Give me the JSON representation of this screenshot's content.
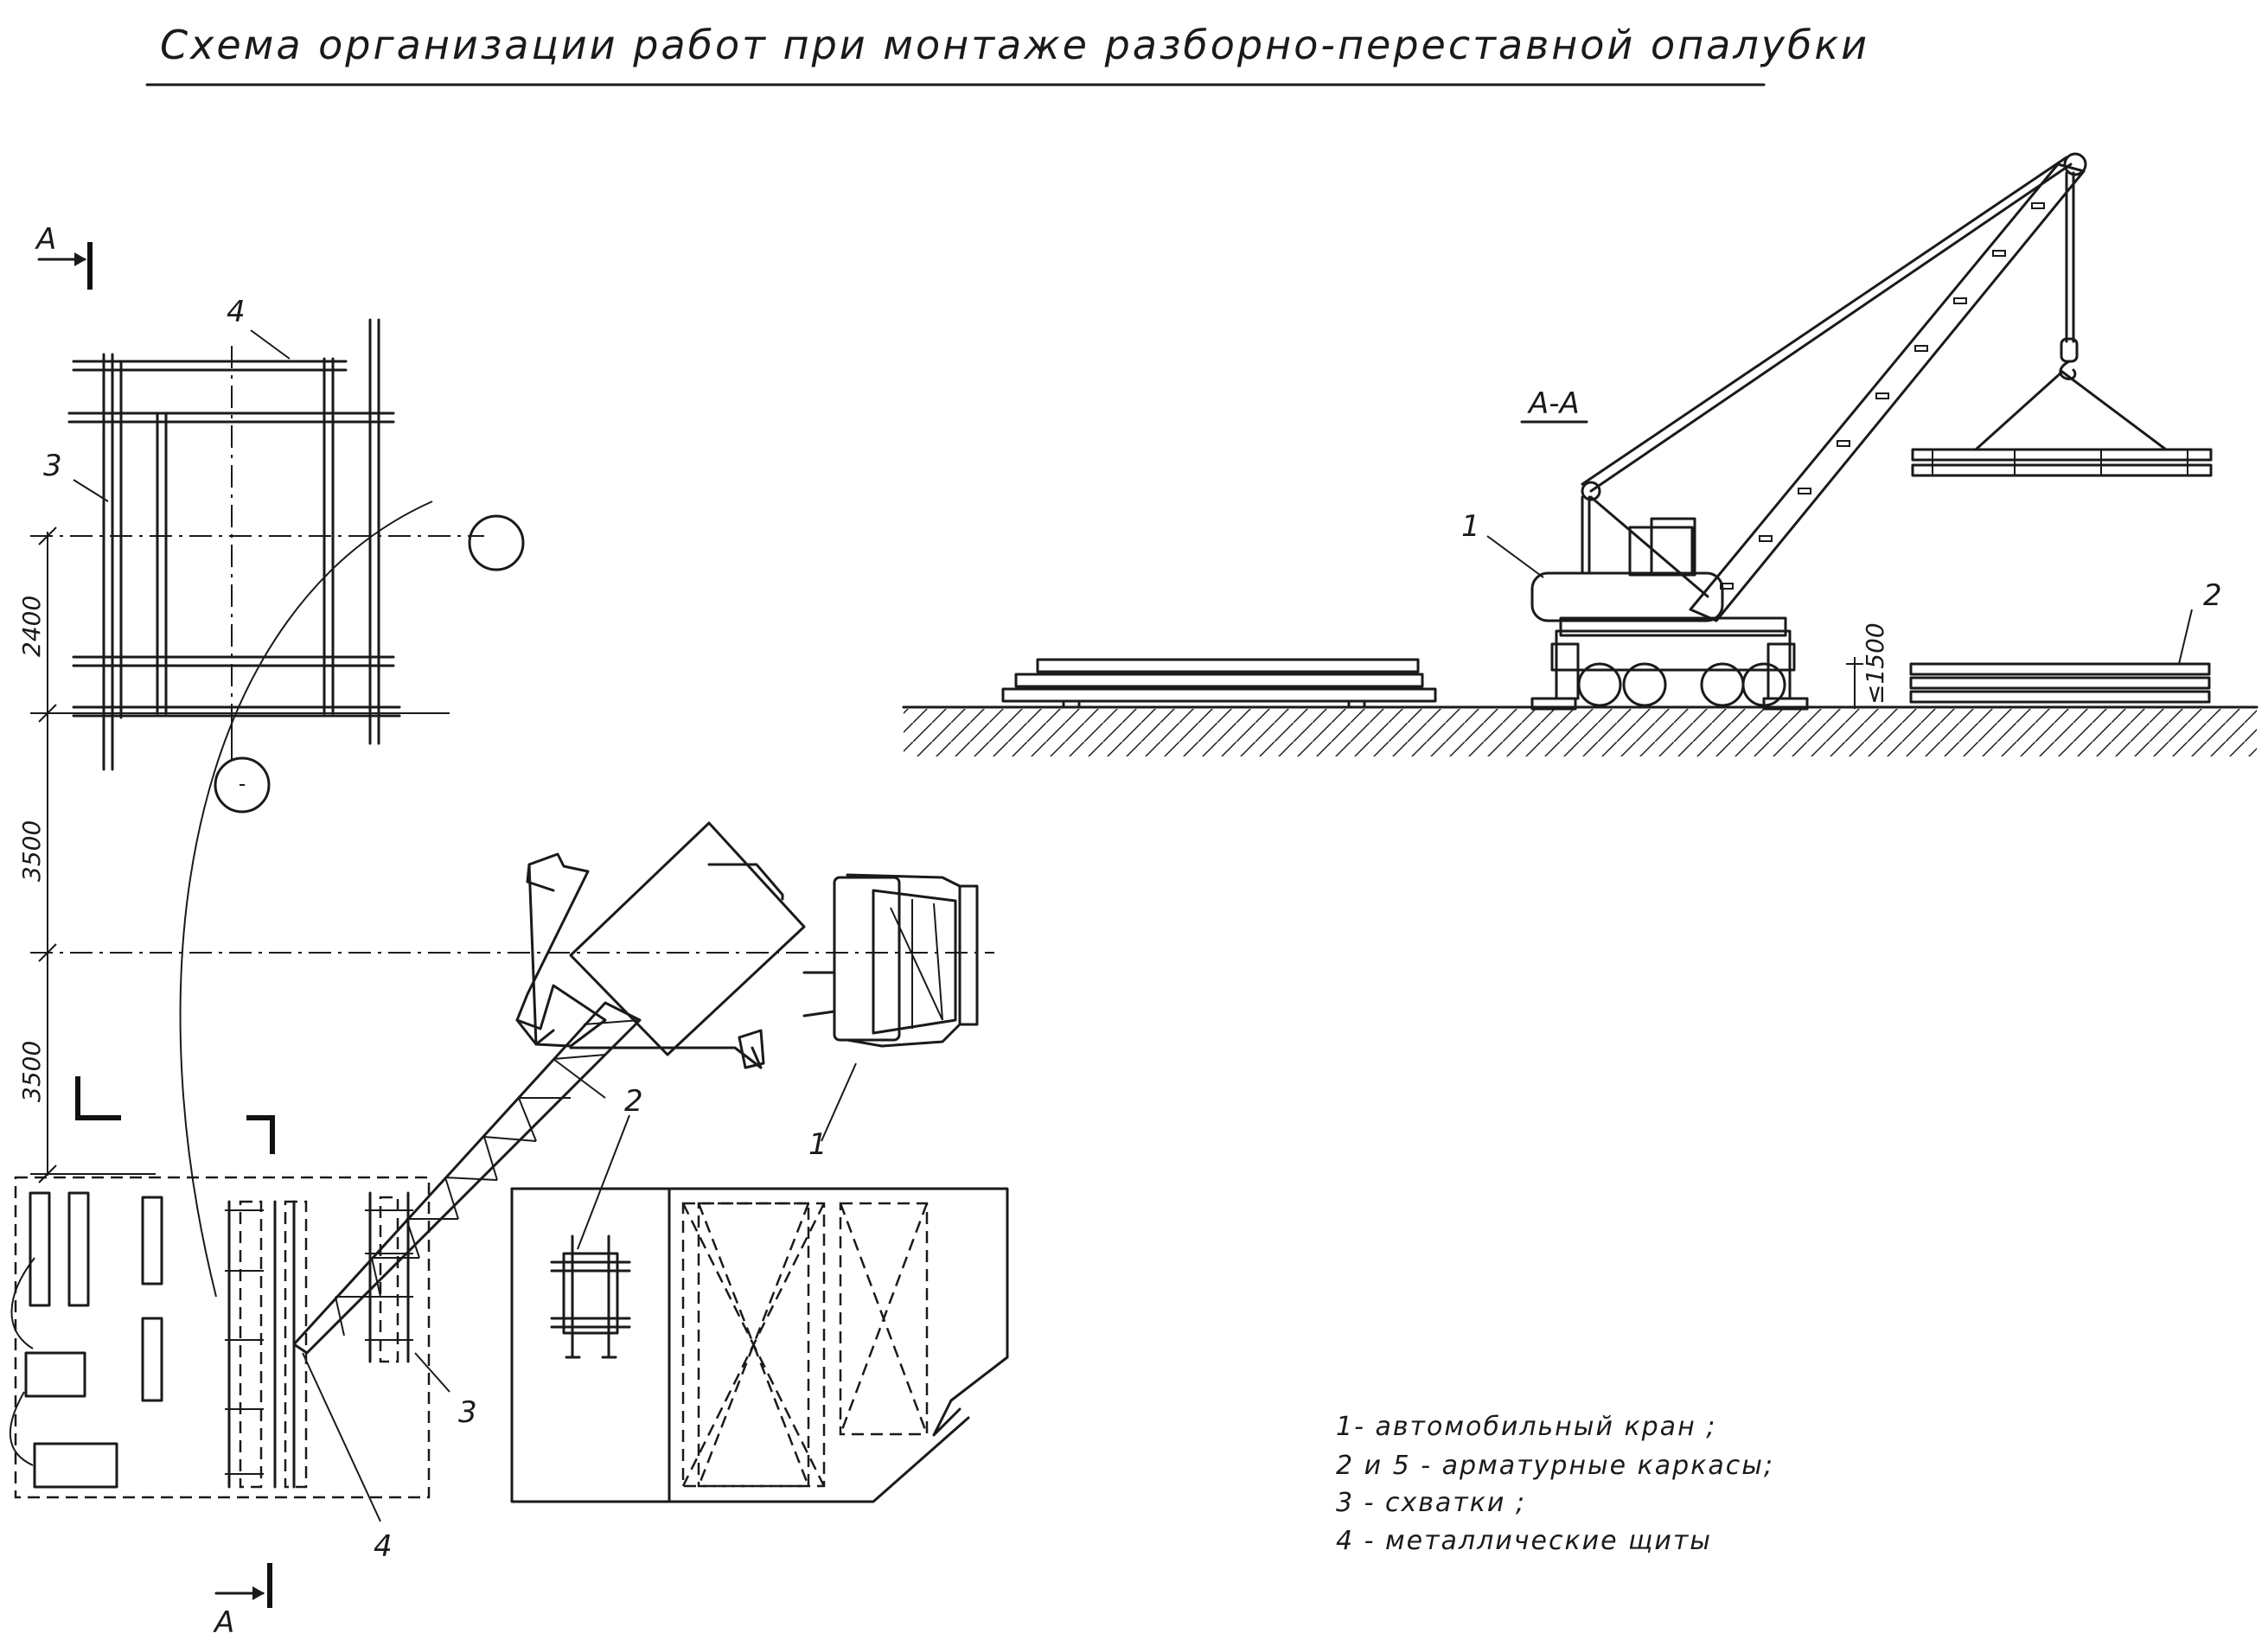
{
  "title": "Схема организации работ при монтаже разборно-переставной опалубки",
  "section_label": "А-А",
  "section_marker": "А",
  "callouts": {
    "crane": "1",
    "frames": "2",
    "clamps": "3",
    "shields": "4"
  },
  "dimensions": {
    "d1": "2400",
    "d2": "3500",
    "d3": "3500",
    "stack_height": "≤1500"
  },
  "legend": [
    "1- автомобильный кран ;",
    "2 и 5 - арматурные каркасы;",
    "3 - схватки ;",
    "4 - металлические щиты"
  ]
}
